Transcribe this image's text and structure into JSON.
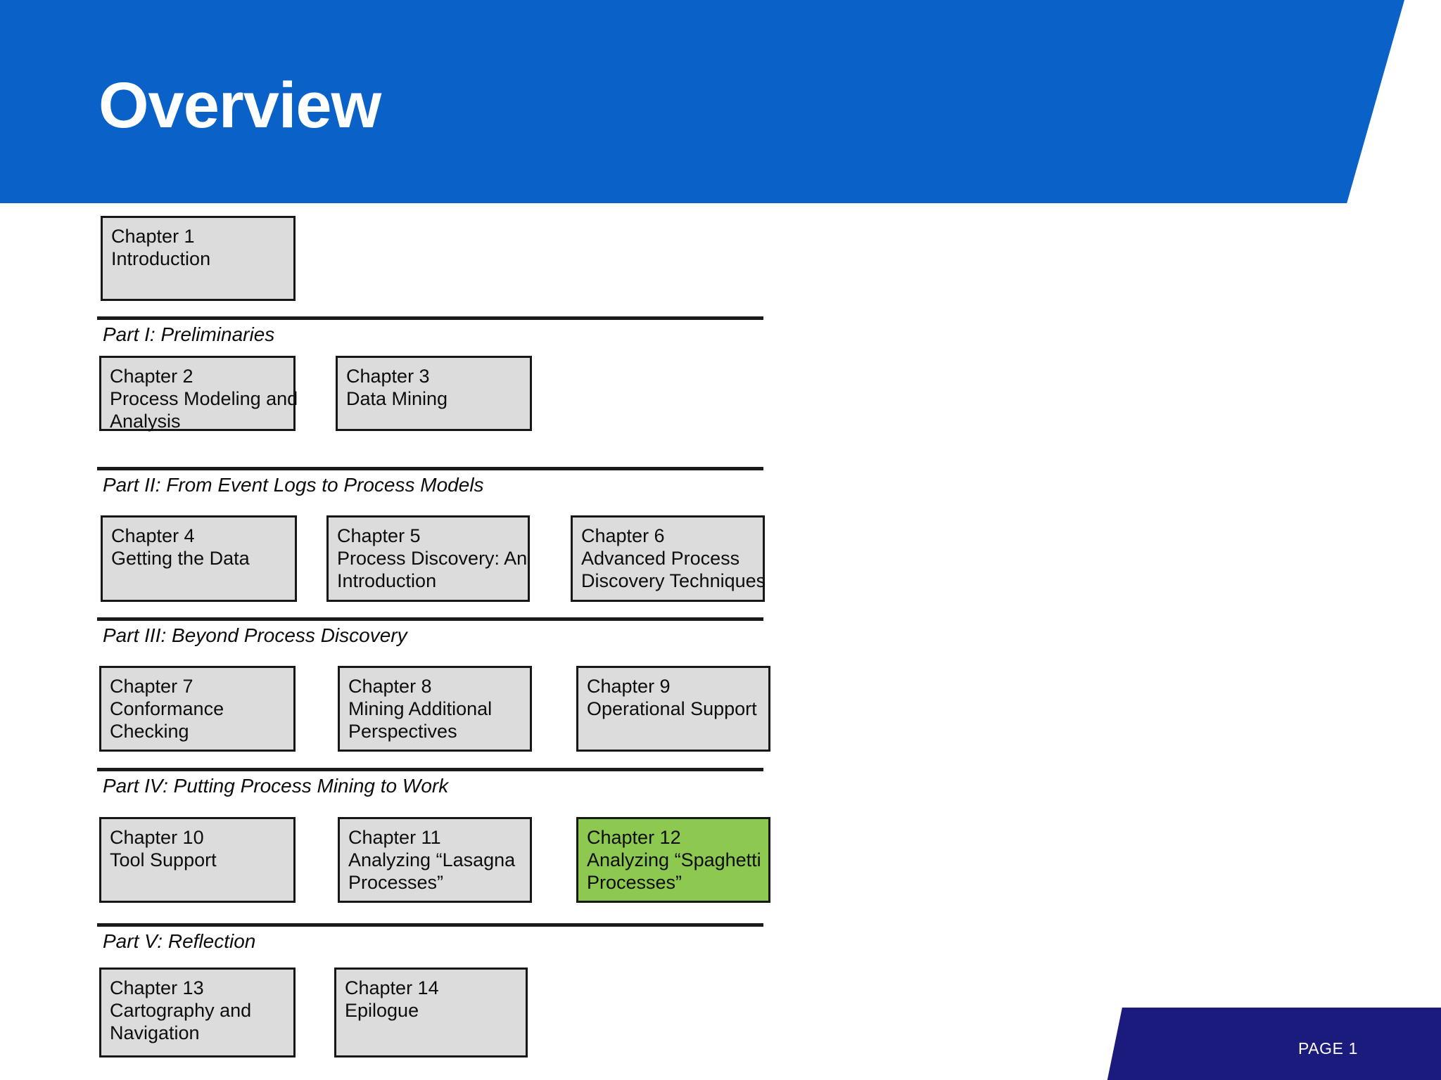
{
  "slide": {
    "title": "Overview",
    "header_color": "#0A62C8",
    "footer_color": "#1B1B7D",
    "box_fill": "#dcdcdc",
    "highlight_fill": "#8DC850",
    "page_label": "PAGE 1"
  },
  "intro": {
    "box": {
      "line1": "Chapter 1",
      "line2": "Introduction",
      "line3": "",
      "highlight": false
    }
  },
  "parts": [
    {
      "label": "Part I: Preliminaries",
      "boxes": [
        {
          "line1": "Chapter 2",
          "line2": "Process Modeling and",
          "line3": "Analysis",
          "highlight": false
        },
        {
          "line1": "Chapter 3",
          "line2": "Data Mining",
          "line3": "",
          "highlight": false
        }
      ]
    },
    {
      "label": "Part II: From Event Logs to Process Models",
      "boxes": [
        {
          "line1": "Chapter 4",
          "line2": "Getting the Data",
          "line3": "",
          "highlight": false
        },
        {
          "line1": "Chapter 5",
          "line2": "Process Discovery: An",
          "line3": "Introduction",
          "highlight": false
        },
        {
          "line1": "Chapter 6",
          "line2": "Advanced Process",
          "line3": "Discovery Techniques",
          "highlight": false
        }
      ]
    },
    {
      "label": "Part III: Beyond Process Discovery",
      "boxes": [
        {
          "line1": "Chapter 7",
          "line2": "Conformance",
          "line3": "Checking",
          "highlight": false
        },
        {
          "line1": "Chapter 8",
          "line2": "Mining Additional",
          "line3": "Perspectives",
          "highlight": false
        },
        {
          "line1": "Chapter 9",
          "line2": "Operational Support",
          "line3": "",
          "highlight": false
        }
      ]
    },
    {
      "label": "Part IV: Putting Process Mining to Work",
      "boxes": [
        {
          "line1": "Chapter 10",
          "line2": "Tool Support",
          "line3": "",
          "highlight": false
        },
        {
          "line1": "Chapter 11",
          "line2": "Analyzing “Lasagna",
          "line3": "Processes”",
          "highlight": false
        },
        {
          "line1": "Chapter 12",
          "line2": "Analyzing “Spaghetti",
          "line3": "Processes”",
          "highlight": true
        }
      ]
    },
    {
      "label": "Part V: Reflection",
      "boxes": [
        {
          "line1": "Chapter 13",
          "line2": "Cartography and",
          "line3": "Navigation",
          "highlight": false
        },
        {
          "line1": "Chapter 14",
          "line2": "Epilogue",
          "line3": "",
          "highlight": false
        }
      ]
    }
  ]
}
